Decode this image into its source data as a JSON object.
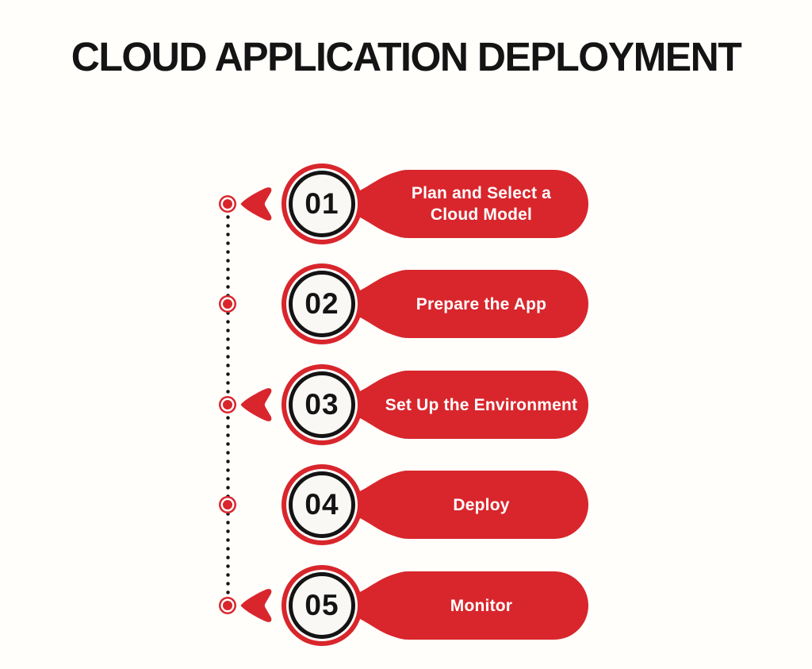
{
  "title": "CLOUD APPLICATION DEPLOYMENT",
  "colors": {
    "red": "#d8262c",
    "ink": "#141414",
    "background": "#fffefb",
    "circle_disc": "#faf8f5",
    "label_text": "#ffffff"
  },
  "icons": {
    "timeline_marker": "bullseye-dot-icon",
    "direction_marker": "left-arrowhead-icon"
  },
  "steps": [
    {
      "number": "01",
      "label": "Plan and Select a\nCloud Model",
      "arrow": true
    },
    {
      "number": "02",
      "label": "Prepare the App",
      "arrow": false
    },
    {
      "number": "03",
      "label": "Set Up the Environment",
      "arrow": true
    },
    {
      "number": "04",
      "label": "Deploy",
      "arrow": false
    },
    {
      "number": "05",
      "label": "Monitor",
      "arrow": true
    }
  ]
}
